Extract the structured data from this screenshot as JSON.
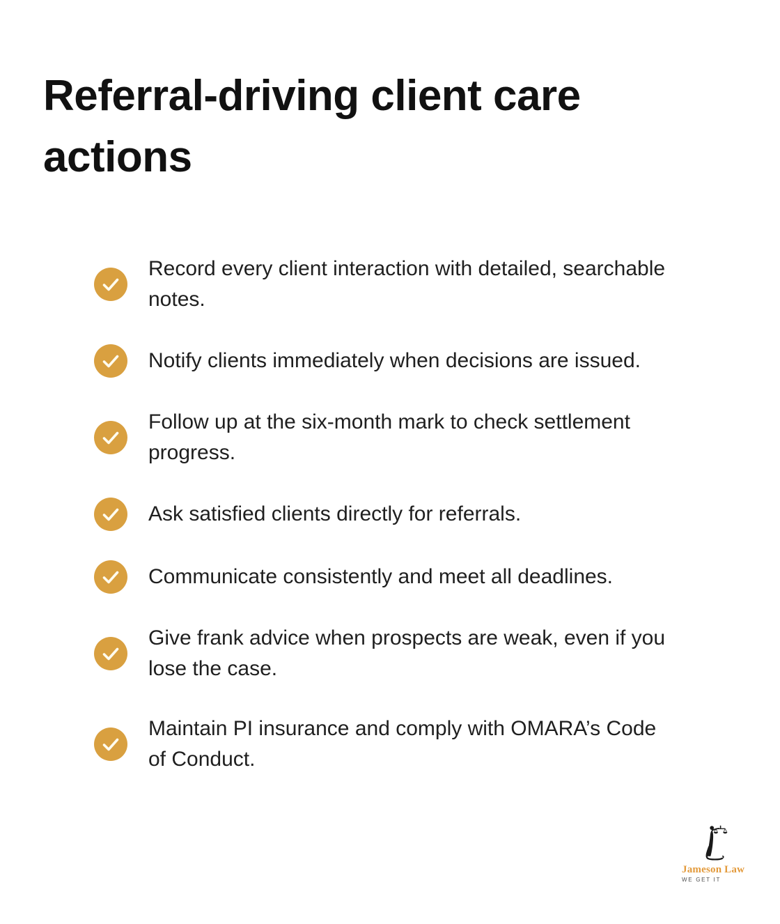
{
  "page": {
    "title": "Referral-driving client care actions"
  },
  "checklist": {
    "items": [
      {
        "icon": "check-icon",
        "text": "Record every client interaction with detailed, searchable\nnotes."
      },
      {
        "icon": "check-icon",
        "text": "Notify clients immediately when decisions are issued."
      },
      {
        "icon": "check-icon",
        "text": "Follow up at the six-month mark to check settlement\nprogress."
      },
      {
        "icon": "check-icon",
        "text": "Ask satisfied clients directly for referrals."
      },
      {
        "icon": "check-icon",
        "text": "Communicate consistently and meet all deadlines."
      },
      {
        "icon": "check-icon",
        "text": "Give frank advice when prospects are weak, even if you\nlose the case."
      },
      {
        "icon": "check-icon",
        "text": "Maintain PI insurance and comply with OMARA’s Code\nof Conduct."
      }
    ]
  },
  "branding": {
    "logo_icon": "lady-justice-scales-icon",
    "name": "Jameson Law",
    "tagline": "WE GET IT"
  },
  "colors": {
    "check_circle": "#D9A040",
    "check_mark": "#FFFCEF",
    "title_text": "#111111",
    "body_text": "#1F1F1F",
    "brand_orange": "#E39A3B",
    "tagline_gray": "#4F4F4F",
    "logo_black": "#1A1A1A"
  }
}
